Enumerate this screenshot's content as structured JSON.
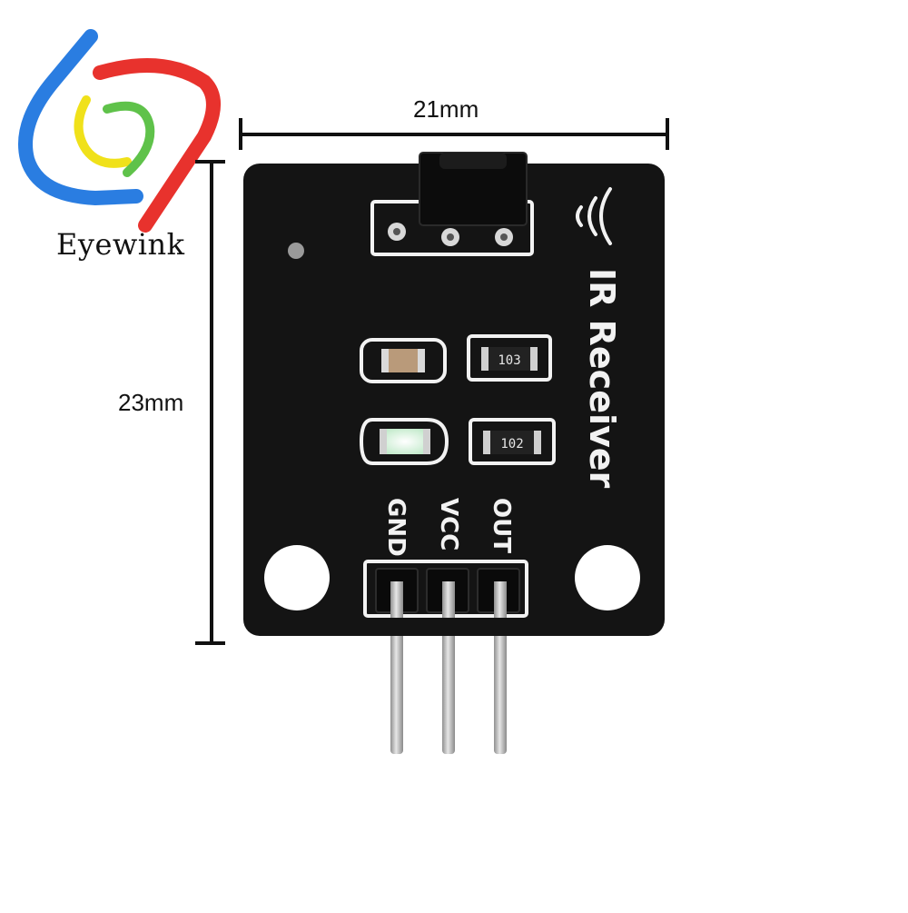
{
  "logo": {
    "brand_name": "Eyewink",
    "colors": {
      "blue": "#2a7de1",
      "red": "#e8322d",
      "yellow": "#f0e11a",
      "green": "#5fc24a"
    }
  },
  "dimensions": {
    "width_label": "21mm",
    "height_label": "23mm"
  },
  "board": {
    "title": "IR Receiver",
    "pin_labels": [
      "GND",
      "VCC",
      "OUT"
    ],
    "resistor_1_code": "103",
    "resistor_2_code": "102",
    "colors": {
      "pcb": "#141414",
      "silkscreen": "#f2f2f2",
      "pin_metal": "#bfbfbf"
    }
  }
}
